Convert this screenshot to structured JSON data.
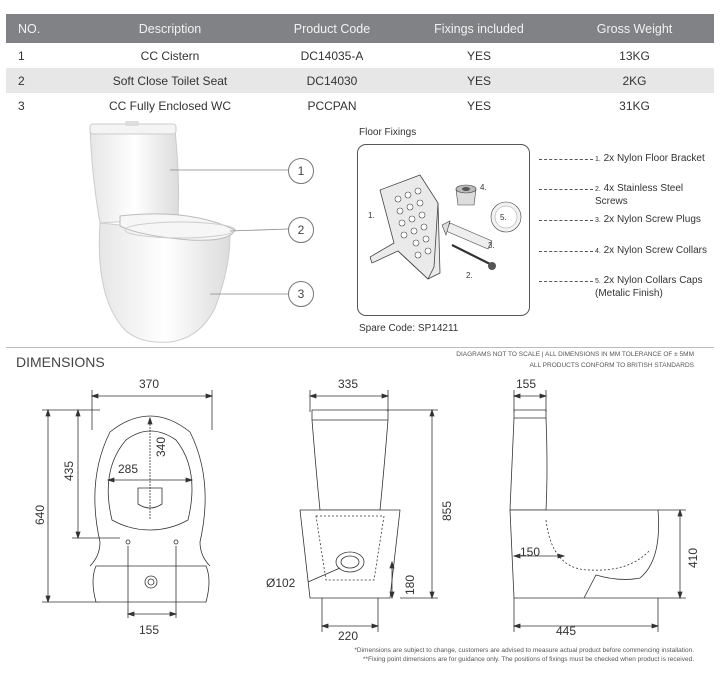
{
  "table": {
    "headers": [
      "NO.",
      "Description",
      "Product Code",
      "Fixings included",
      "Gross Weight"
    ],
    "rows": [
      {
        "no": "1",
        "description": "CC Cistern",
        "code": "DC14035-A",
        "fixings": "YES",
        "weight": "13KG"
      },
      {
        "no": "2",
        "description": "Soft Close Toilet Seat",
        "code": "DC14030",
        "fixings": "YES",
        "weight": "2KG"
      },
      {
        "no": "3",
        "description": "CC Fully Enclosed WC",
        "code": "PCCPAN",
        "fixings": "YES",
        "weight": "31KG"
      }
    ]
  },
  "callouts": [
    "1",
    "2",
    "3"
  ],
  "floor_fixings": {
    "title": "Floor Fixings",
    "labels": [
      "1.",
      "2.",
      "4.",
      "5.",
      "3."
    ],
    "spare_code": "Spare Code: SP14211",
    "legend": [
      {
        "num": "1.",
        "text": "2x Nylon Floor Bracket"
      },
      {
        "num": "2.",
        "text": "4x Stainless Steel Screws"
      },
      {
        "num": "3.",
        "text": "2x Nylon Screw Plugs"
      },
      {
        "num": "4.",
        "text": "2x Nylon Screw Collars"
      },
      {
        "num": "5.",
        "text": "2x Nylon Collars Caps (Metalic Finish)"
      }
    ]
  },
  "dimensions": {
    "title": "DIMENSIONS",
    "note_line1": "DIAGRAMS NOT TO SCALE | ALL DIMENSIONS IN MM TOLERANCE OF ± 5MM",
    "note_line2": "ALL PRODUCTS CONFORM TO BRITISH STANDARDS",
    "top_view": {
      "width": "370",
      "inner_width": "285",
      "depth": "435",
      "total_depth": "640",
      "seat_depth": "340",
      "fixing_spacing": "155"
    },
    "front_view": {
      "width": "335",
      "height": "855",
      "outlet": "Ø102",
      "outlet_height": "180",
      "base_width": "220"
    },
    "side_view": {
      "cistern_depth": "155",
      "outlet_depth": "150",
      "pan_height": "410",
      "length": "445"
    },
    "footnote1": "*Dimensions are subject to change, customers are advised to measure actual product before commencing installation.",
    "footnote2": "**Fixing point dimensions are for guidance only. The positions of fixings must be checked when product is received."
  }
}
